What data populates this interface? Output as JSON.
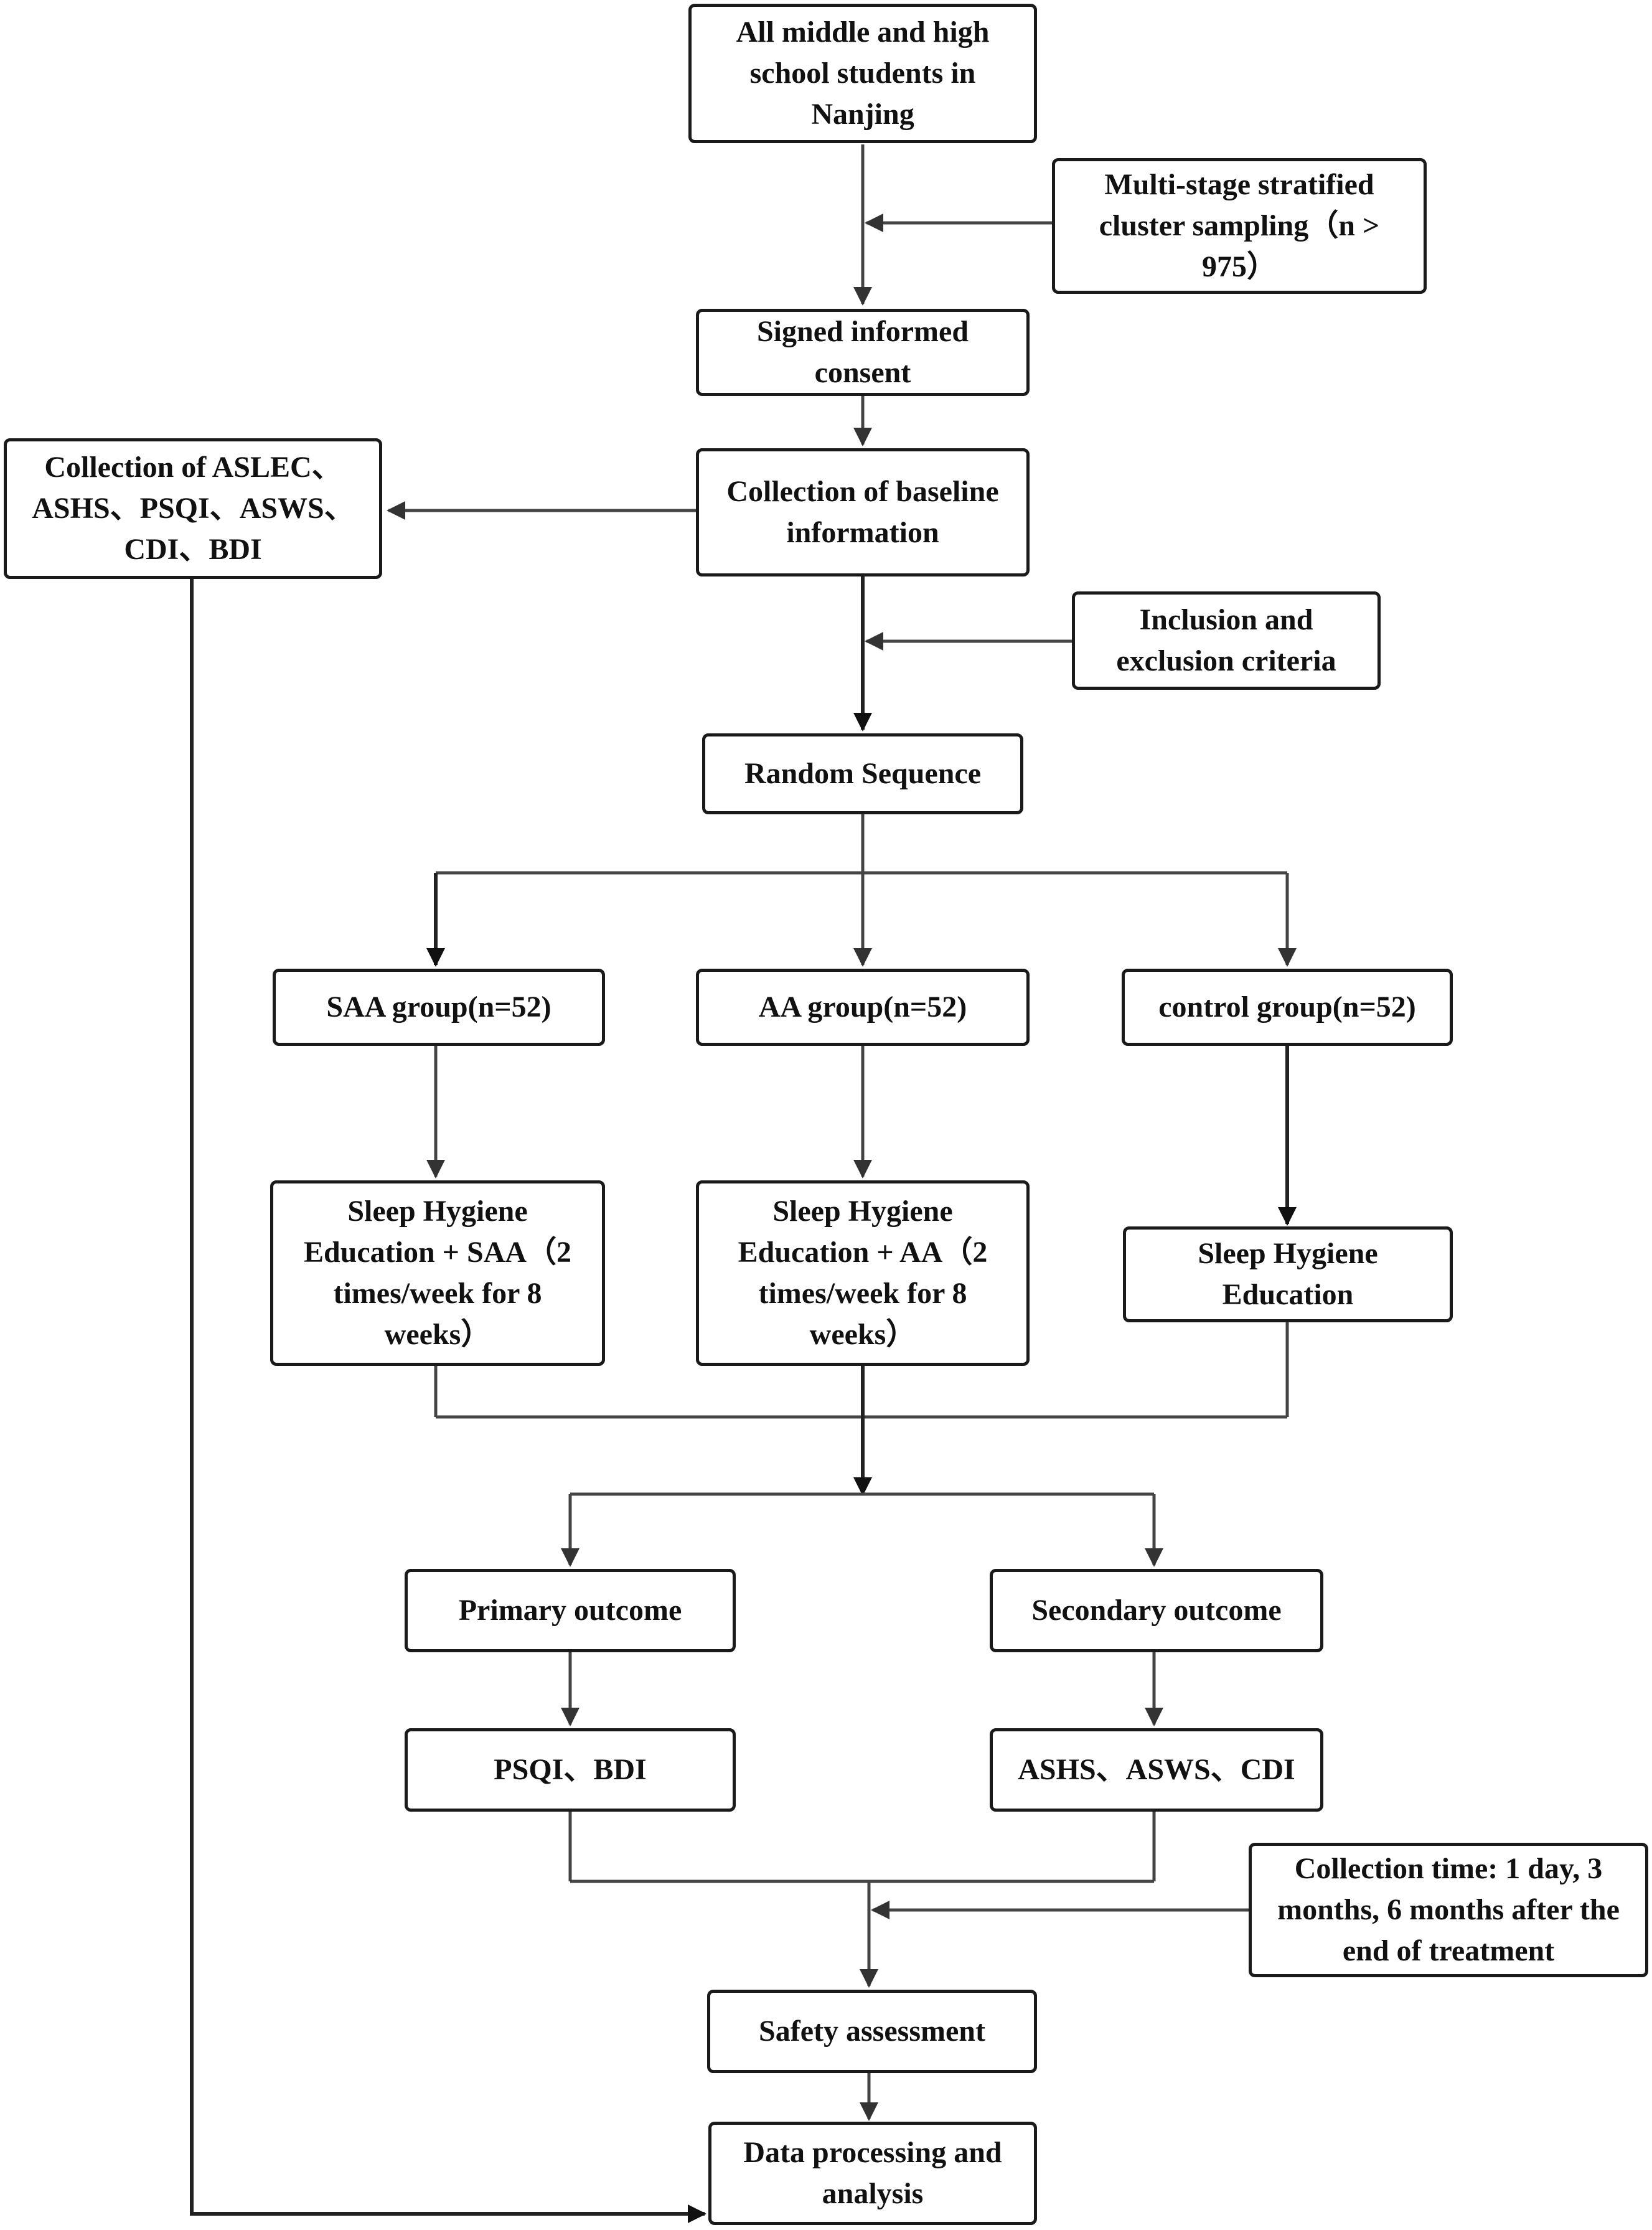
{
  "nodes": {
    "population": "All middle and high school students in Nanjing",
    "sampling": "Multi-stage stratified cluster sampling（n > 975）",
    "consent": "Signed informed consent",
    "baseline": "Collection of baseline information",
    "scales": "Collection of ASLEC、ASHS、PSQI、ASWS、CDI、BDI",
    "criteria": "Inclusion and exclusion criteria",
    "random": "Random Sequence",
    "saa_group": "SAA group(n=52)",
    "aa_group": "AA group(n=52)",
    "control_group": "control group(n=52)",
    "saa_treatment": "Sleep Hygiene Education + SAA（2 times/week for 8 weeks）",
    "aa_treatment": "Sleep Hygiene Education + AA（2 times/week for 8 weeks）",
    "control_treatment": "Sleep Hygiene Education",
    "primary": "Primary outcome",
    "secondary": "Secondary outcome",
    "primary_measures": "PSQI、BDI",
    "secondary_measures": "ASHS、ASWS、CDI",
    "collection_time": "Collection time: 1 day, 3 months, 6 months after the end of treatment",
    "safety": "Safety assessment",
    "analysis": "Data processing and analysis"
  }
}
